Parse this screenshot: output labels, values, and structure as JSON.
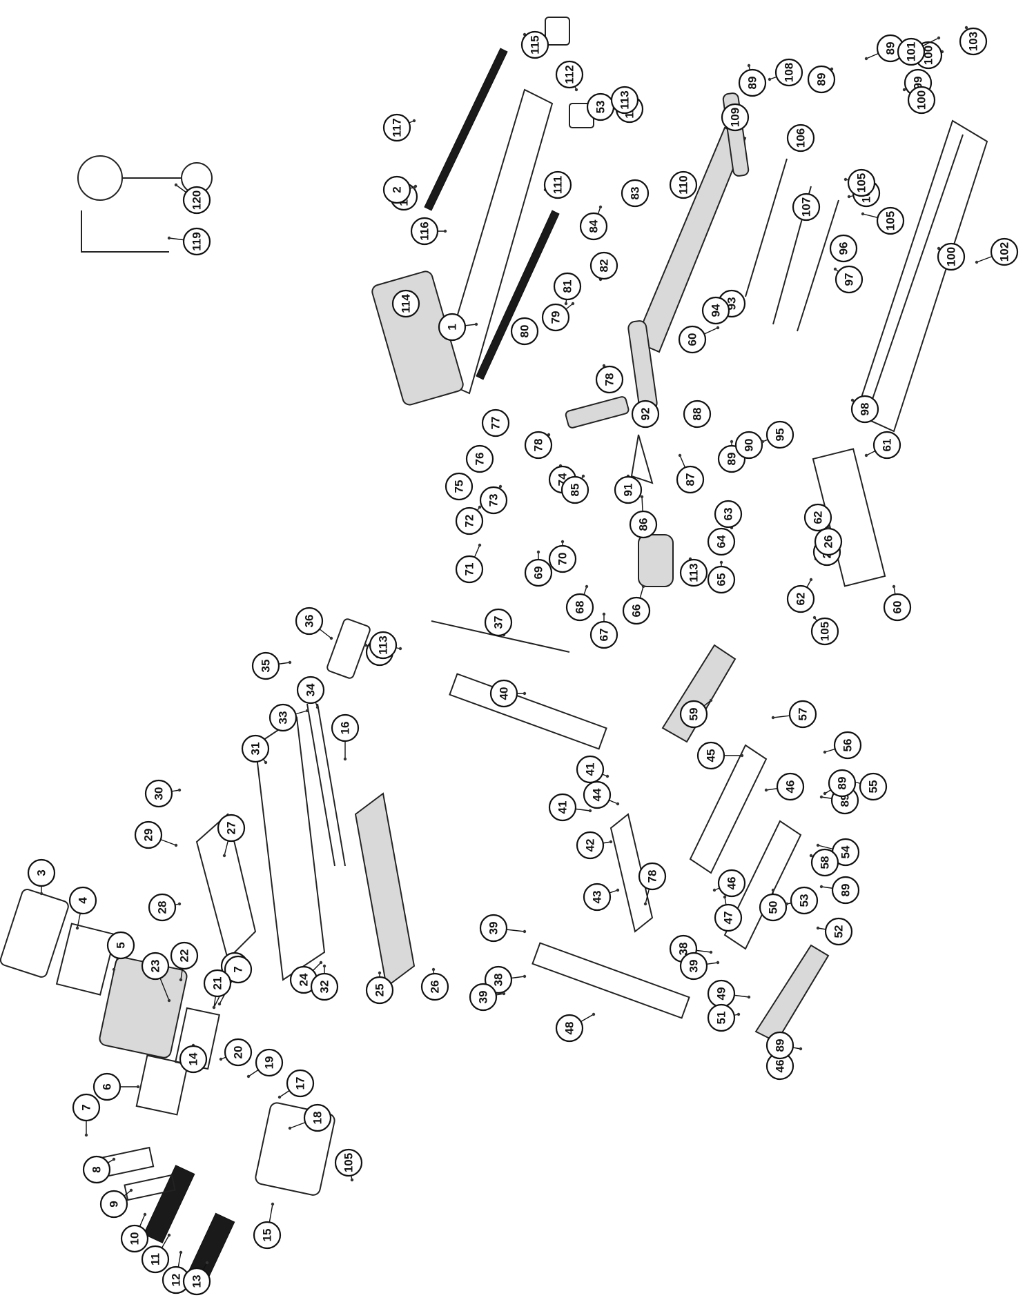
{
  "diagram": {
    "callouts": [
      {
        "label": "1"
      },
      {
        "label": "3"
      },
      {
        "label": "4"
      },
      {
        "label": "5"
      },
      {
        "label": "6"
      },
      {
        "label": "7"
      },
      {
        "label": "7"
      },
      {
        "label": "7"
      },
      {
        "label": "8"
      },
      {
        "label": "9"
      },
      {
        "label": "10"
      },
      {
        "label": "11"
      },
      {
        "label": "12"
      },
      {
        "label": "13"
      },
      {
        "label": "14"
      },
      {
        "label": "15"
      },
      {
        "label": "16"
      },
      {
        "label": "17"
      },
      {
        "label": "18"
      },
      {
        "label": "19"
      },
      {
        "label": "20"
      },
      {
        "label": "21"
      },
      {
        "label": "22"
      },
      {
        "label": "23"
      },
      {
        "label": "24"
      },
      {
        "label": "25"
      },
      {
        "label": "26"
      },
      {
        "label": "26"
      },
      {
        "label": "26"
      },
      {
        "label": "27"
      },
      {
        "label": "28"
      },
      {
        "label": "29"
      },
      {
        "label": "30"
      },
      {
        "label": "31"
      },
      {
        "label": "32"
      },
      {
        "label": "33"
      },
      {
        "label": "34"
      },
      {
        "label": "35"
      },
      {
        "label": "36"
      },
      {
        "label": "37"
      },
      {
        "label": "38"
      },
      {
        "label": "38"
      },
      {
        "label": "39"
      },
      {
        "label": "39"
      },
      {
        "label": "39"
      },
      {
        "label": "40"
      },
      {
        "label": "41"
      },
      {
        "label": "41"
      },
      {
        "label": "42"
      },
      {
        "label": "43"
      },
      {
        "label": "44"
      },
      {
        "label": "45"
      },
      {
        "label": "46"
      },
      {
        "label": "46"
      },
      {
        "label": "46"
      },
      {
        "label": "47"
      },
      {
        "label": "48"
      },
      {
        "label": "49"
      },
      {
        "label": "50"
      },
      {
        "label": "51"
      },
      {
        "label": "52"
      },
      {
        "label": "53"
      },
      {
        "label": "53"
      },
      {
        "label": "54"
      },
      {
        "label": "55"
      },
      {
        "label": "56"
      },
      {
        "label": "57"
      },
      {
        "label": "58"
      },
      {
        "label": "59"
      },
      {
        "label": "60"
      },
      {
        "label": "60"
      },
      {
        "label": "61"
      },
      {
        "label": "62"
      },
      {
        "label": "62"
      },
      {
        "label": "63"
      },
      {
        "label": "64"
      },
      {
        "label": "65"
      },
      {
        "label": "66"
      },
      {
        "label": "67"
      },
      {
        "label": "68"
      },
      {
        "label": "69"
      },
      {
        "label": "70"
      },
      {
        "label": "71"
      },
      {
        "label": "72"
      },
      {
        "label": "73"
      },
      {
        "label": "74"
      },
      {
        "label": "75"
      },
      {
        "label": "76"
      },
      {
        "label": "77"
      },
      {
        "label": "78"
      },
      {
        "label": "78"
      },
      {
        "label": "78"
      },
      {
        "label": "79"
      },
      {
        "label": "80"
      },
      {
        "label": "81"
      },
      {
        "label": "82"
      },
      {
        "label": "83"
      },
      {
        "label": "84"
      },
      {
        "label": "85"
      },
      {
        "label": "86"
      },
      {
        "label": "87"
      },
      {
        "label": "88"
      },
      {
        "label": "89"
      },
      {
        "label": "89"
      },
      {
        "label": "89"
      },
      {
        "label": "89"
      },
      {
        "label": "89"
      },
      {
        "label": "89"
      },
      {
        "label": "89"
      },
      {
        "label": "89"
      },
      {
        "label": "90"
      },
      {
        "label": "91"
      },
      {
        "label": "92"
      },
      {
        "label": "93"
      },
      {
        "label": "94"
      },
      {
        "label": "94"
      },
      {
        "label": "95"
      },
      {
        "label": "96"
      },
      {
        "label": "97"
      },
      {
        "label": "98"
      },
      {
        "label": "99"
      },
      {
        "label": "100"
      },
      {
        "label": "100"
      },
      {
        "label": "100"
      },
      {
        "label": "101"
      },
      {
        "label": "102"
      },
      {
        "label": "103"
      },
      {
        "label": "104"
      },
      {
        "label": "105"
      },
      {
        "label": "105"
      },
      {
        "label": "105"
      },
      {
        "label": "105"
      },
      {
        "label": "106"
      },
      {
        "label": "107"
      },
      {
        "label": "108"
      },
      {
        "label": "109"
      },
      {
        "label": "110"
      },
      {
        "label": "111"
      },
      {
        "label": "112"
      },
      {
        "label": "113"
      },
      {
        "label": "113"
      },
      {
        "label": "113"
      },
      {
        "label": "113"
      },
      {
        "label": "114"
      },
      {
        "label": "115"
      },
      {
        "label": "116"
      },
      {
        "label": "117"
      },
      {
        "label": "118"
      },
      {
        "label": "2"
      },
      {
        "label": "119"
      },
      {
        "label": "120"
      }
    ]
  }
}
